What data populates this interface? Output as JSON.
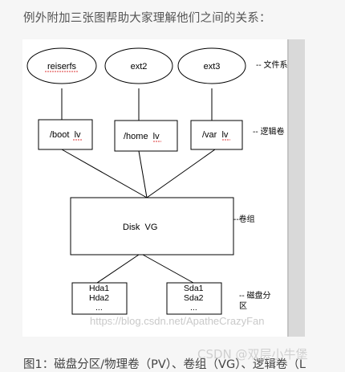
{
  "intro_text": "例外附加三张图帮助大家理解他们之间的关系：",
  "diagram": {
    "filesystems": [
      "reiserfs",
      "ext2",
      "ext3"
    ],
    "filesystems_label": "-- 文件系统",
    "logical_volumes": [
      "/boot  lv",
      "/home  lv",
      "/var  lv"
    ],
    "logical_volumes_label": "-- 逻辑卷",
    "volume_group": "Disk  VG",
    "volume_group_label": "--卷组",
    "disk_left": [
      "Hda1",
      "Hda2",
      "..."
    ],
    "disk_right": [
      "Sda1",
      "Sda2",
      "..."
    ],
    "partition_label_line1": "-- 磁盘分",
    "partition_label_line2": "区"
  },
  "watermark": "https://blog.csdn.net/ApatheCrazyFan",
  "caption": "图1：磁盘分区/物理卷（PV）、卷组（VG）、逻辑卷（L",
  "brand": "CSDN @双层小牛堡"
}
